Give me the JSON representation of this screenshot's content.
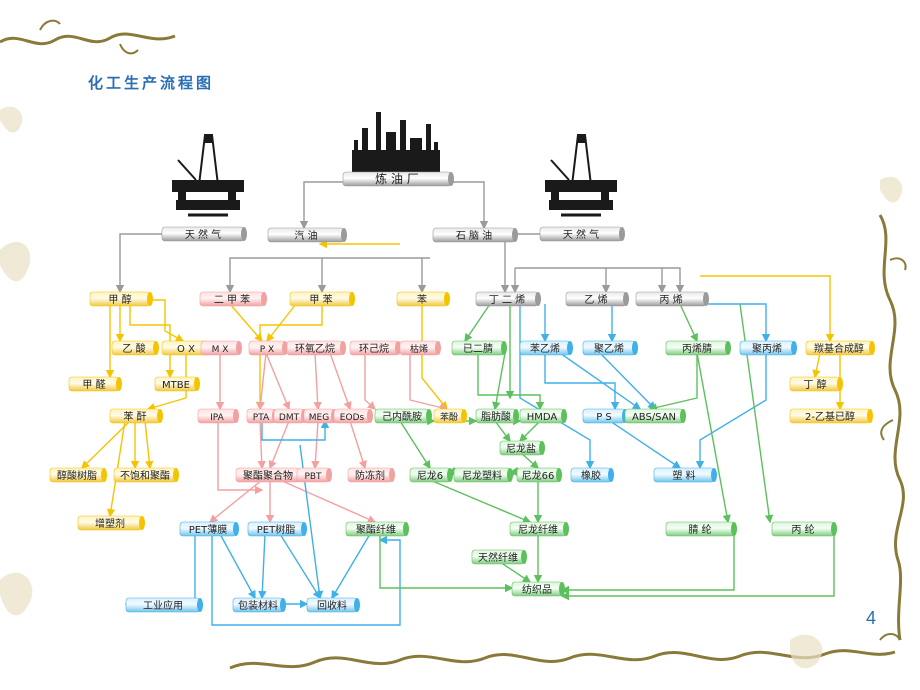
{
  "title": "化工生产流程图",
  "page_number": "4",
  "colors": {
    "gray": "#9a9a9a",
    "yellow": "#f5c400",
    "pink": "#f3a0a0",
    "blue": "#3fb0e8",
    "green": "#5cc05c"
  },
  "nodes": {
    "refinery": "炼 油 厂",
    "gas_left": "天 然 气",
    "gasoline": "汽  油",
    "naphtha": "石 脑 油",
    "gas_right": "天 然 气",
    "methanol": "甲 醇",
    "xylene": "二 甲 苯",
    "toluene": "甲 苯",
    "benzene": "苯",
    "butadiene": "丁 二 烯",
    "ethylene": "乙 烯",
    "propylene": "丙 烯",
    "acetic_acid": "乙 酸",
    "ox": "O X",
    "mx": "M X",
    "px": "P X",
    "ethylene_oxide": "环氧乙烷",
    "cyclohexane": "环己烷",
    "cumene": "枯烯",
    "adiponitrile": "已二腈",
    "styrene": "苯乙烯",
    "polystyrene_top": "聚乙烯",
    "acrylonitrile": "丙烯腈",
    "polypropylene": "聚丙烯",
    "oxo_alcohol": "羰基合成醇",
    "formaldehyde": "甲 醛",
    "mtbe": "MTBE",
    "butanol": "丁 醇",
    "phthalic_anhydride": "苯 酐",
    "ipa": "IPA",
    "pta": "PTA",
    "dmt": "DMT",
    "meg": "MEG",
    "eods": "EODs",
    "caprolactam": "己内酰胺",
    "phenol": "苯酚",
    "adipic_acid": "脂肪酸",
    "hmda": "HMDA",
    "ps": "P S",
    "abs_san": "ABS/SAN",
    "ethylhexanol": "2-乙基已醇",
    "nylon_salt": "尼龙盐",
    "alkyd_resin": "醇酸树脂",
    "unsaturated_polyester": "不饱和聚酯",
    "polyester": "聚酯聚合物",
    "pbt": "PBT",
    "antifreeze": "防冻剂",
    "nylon6": "尼龙6",
    "nylon_plastic": "尼龙塑料",
    "nylon66": "尼龙66",
    "rubber": "橡胶",
    "plastics": "塑 料",
    "plasticizer": "增塑剂",
    "pet_film": "PET薄膜",
    "pet_resin": "PET树脂",
    "polyester_fiber": "聚酯纤维",
    "nylon_fiber": "尼龙纤维",
    "acrylic_fiber": "腈  纶",
    "pp_fiber": "丙  纶",
    "natural_fiber": "天然纤维",
    "industrial_use": "工业应用",
    "packaging": "包装材料",
    "recycling": "回收料",
    "textiles": "纺织品"
  }
}
